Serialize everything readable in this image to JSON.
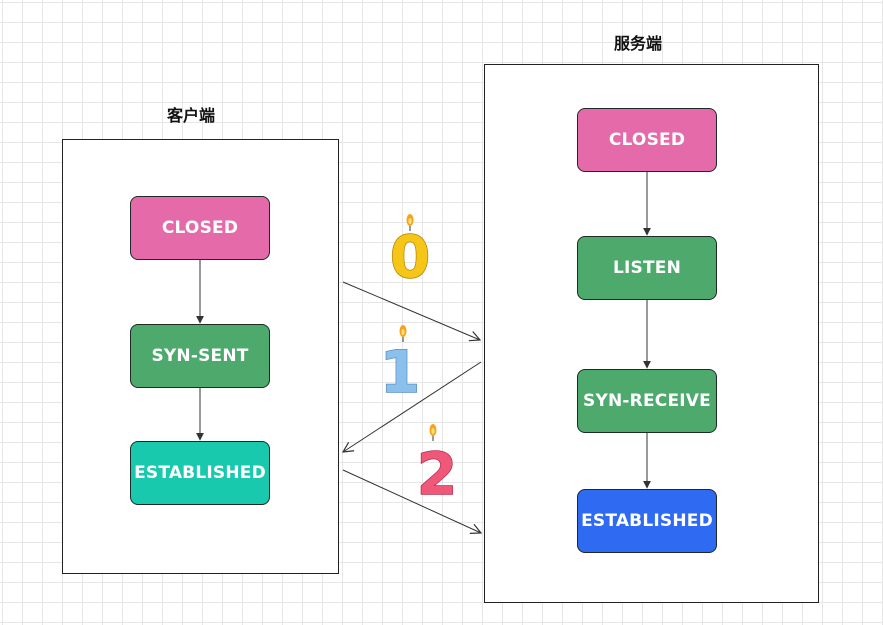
{
  "client": {
    "title": "客户端",
    "states": [
      {
        "label": "CLOSED",
        "color": "#e46aaa"
      },
      {
        "label": "SYN-SENT",
        "color": "#4daa6c"
      },
      {
        "label": "ESTABLISHED",
        "color": "#18c9ae"
      }
    ]
  },
  "server": {
    "title": "服务端",
    "states": [
      {
        "label": "CLOSED",
        "color": "#e46aaa"
      },
      {
        "label": "LISTEN",
        "color": "#4daa6c"
      },
      {
        "label": "SYN-RECEIVE",
        "color": "#4daa6c"
      },
      {
        "label": "ESTABLISHED",
        "color": "#2f6af2"
      }
    ]
  },
  "handshake_steps": [
    {
      "number": "0",
      "color": "#f5c518",
      "direction": "client-to-server"
    },
    {
      "number": "1",
      "color": "#8cc0ec",
      "direction": "server-to-client"
    },
    {
      "number": "2",
      "color": "#f0587a",
      "direction": "client-to-server"
    }
  ]
}
